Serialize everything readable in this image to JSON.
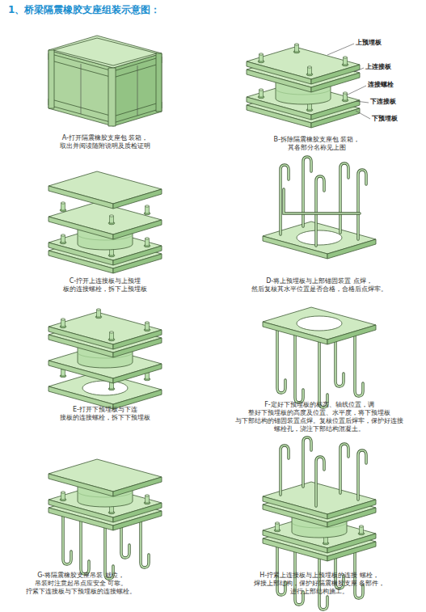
{
  "diagram": {
    "title": "1、桥梁隔震橡胶支座组装示意图：",
    "labels": [
      "上预埋板",
      "上连接板",
      "连接螺栓",
      "下连接板",
      "下预埋板",
      "A-打开隔震橡胶支座包 装箱，取出并阅读随附说明及质检证明",
      "B-拆除隔震橡胶支座包 装箱，其各部分名称见上图",
      "C-拧开上连接板与上预埋 板的连接螺栓，拆下上预埋板",
      "D-将上预埋板与上部锚固装置 点焊，然后复核其水平位置是否合格，合格后点焊牢。",
      "E-打开下预埋板与下连 接板的连接螺栓，拆下下预埋板",
      "F-定好下预埋板的标高、轴线位置，调 整好下预埋板的高度及位置、水平度，将下预埋板 与下部结构的锚固装置点焊。复核位置后焊牢，保护好连接 螺栓孔，浇注下部结构混凝土。",
      "G-将隔震橡胶支座吊装 就位，吊装时注意起吊点应安全 可靠。拧紧下连接板与下预埋板的连接螺栓。",
      "H-拧紧上连接板与上预埋板的连接 螺栓，焊接上部结构，保护好隔震橡胶支座 各部件，进行上部结构施工。"
    ]
  }
}
